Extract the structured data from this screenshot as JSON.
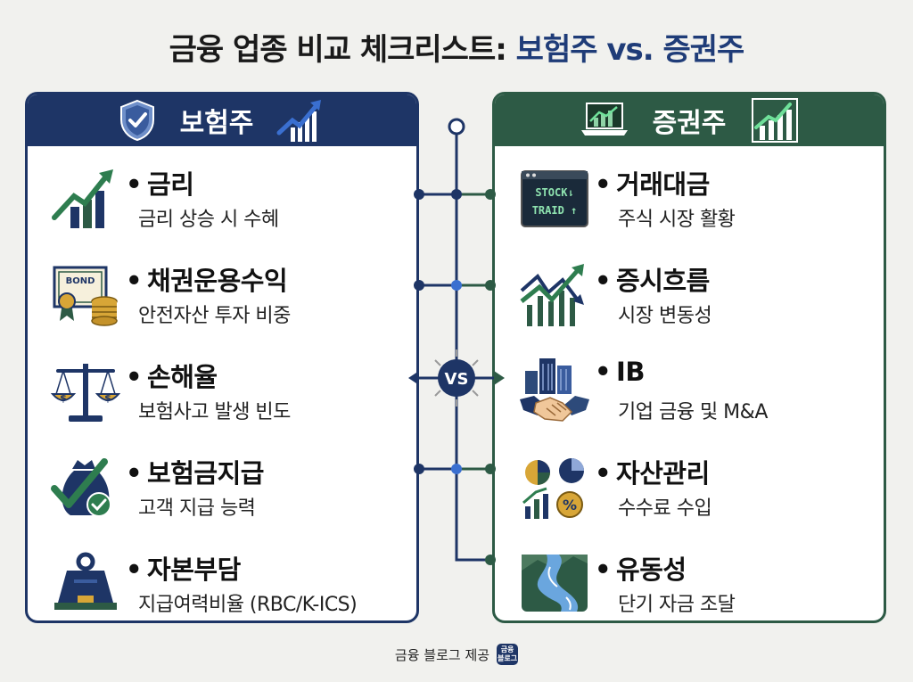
{
  "title": {
    "main": "금융 업종 비교 체크리스트:",
    "highlight": "보험주 vs. 증권주"
  },
  "vs_label": "VS",
  "left": {
    "header": "보험주",
    "items": [
      {
        "title": "금리",
        "subtitle": "금리 상승 시 수혜",
        "icon": "rising-chart-icon"
      },
      {
        "title": "채권운용수익",
        "subtitle": "안전자산 투자 비중",
        "icon": "bond-certificate-icon"
      },
      {
        "title": "손해율",
        "subtitle": "보험사고 발생 빈도",
        "icon": "balance-scale-icon"
      },
      {
        "title": "보험금지급",
        "subtitle": "고객 지급 능력",
        "icon": "money-bag-check-icon"
      },
      {
        "title": "자본부담",
        "subtitle": "지급여력비율 (RBC/K-ICS)",
        "icon": "weight-icon"
      }
    ]
  },
  "right": {
    "header": "증권주",
    "items": [
      {
        "title": "거래대금",
        "subtitle": "주식 시장 활황",
        "icon": "stock-ticker-icon",
        "ticker1": "STOCK⇂",
        "ticker2": "TRAID ↑"
      },
      {
        "title": "증시흐름",
        "subtitle": "시장 변동성",
        "icon": "market-flow-icon"
      },
      {
        "title": "IB",
        "subtitle": "기업 금융 및 M&A",
        "icon": "handshake-buildings-icon"
      },
      {
        "title": "자산관리",
        "subtitle": "수수료 수입",
        "icon": "asset-pie-icon"
      },
      {
        "title": "유동성",
        "subtitle": "단기 자금 조달",
        "icon": "river-icon"
      }
    ]
  },
  "bond_label": "BOND",
  "footer": {
    "text": "금융 블로그 제공",
    "badge_line1": "금융",
    "badge_line2": "블로그"
  },
  "colors": {
    "navy": "#1e3566",
    "green": "#2d5a45",
    "background": "#f1f1ee"
  }
}
